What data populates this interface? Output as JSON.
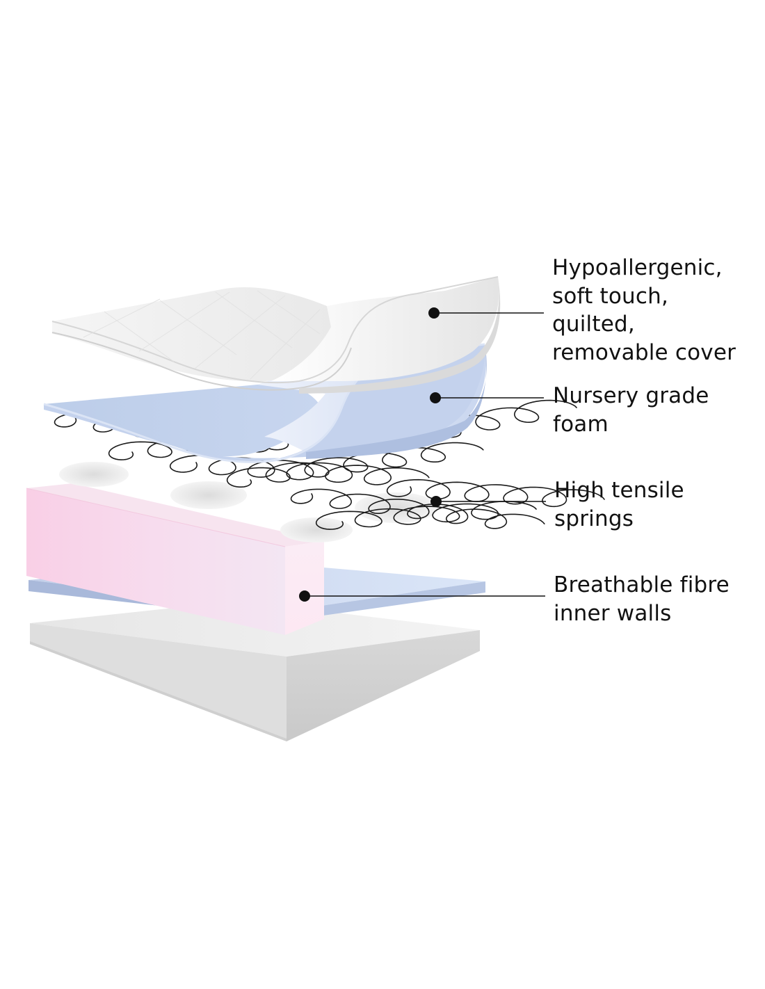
{
  "labels": {
    "cover": {
      "lines": [
        "Hypoallergenic,",
        "soft touch,",
        "quilted,",
        "removable cover"
      ]
    },
    "foam": {
      "lines": [
        "Nursery grade",
        "foam"
      ]
    },
    "springs": {
      "lines": [
        "High tensile",
        "springs"
      ]
    },
    "walls": {
      "lines": [
        "Breathable fibre",
        "inner walls"
      ]
    }
  },
  "colors": {
    "cover": "#f1f1f1",
    "foam": "#c9d6ef",
    "fibre_walls": "#f8dcec",
    "base_board": "#e9e9e9",
    "springs": "#1a1a1a",
    "leader": "#111111"
  }
}
